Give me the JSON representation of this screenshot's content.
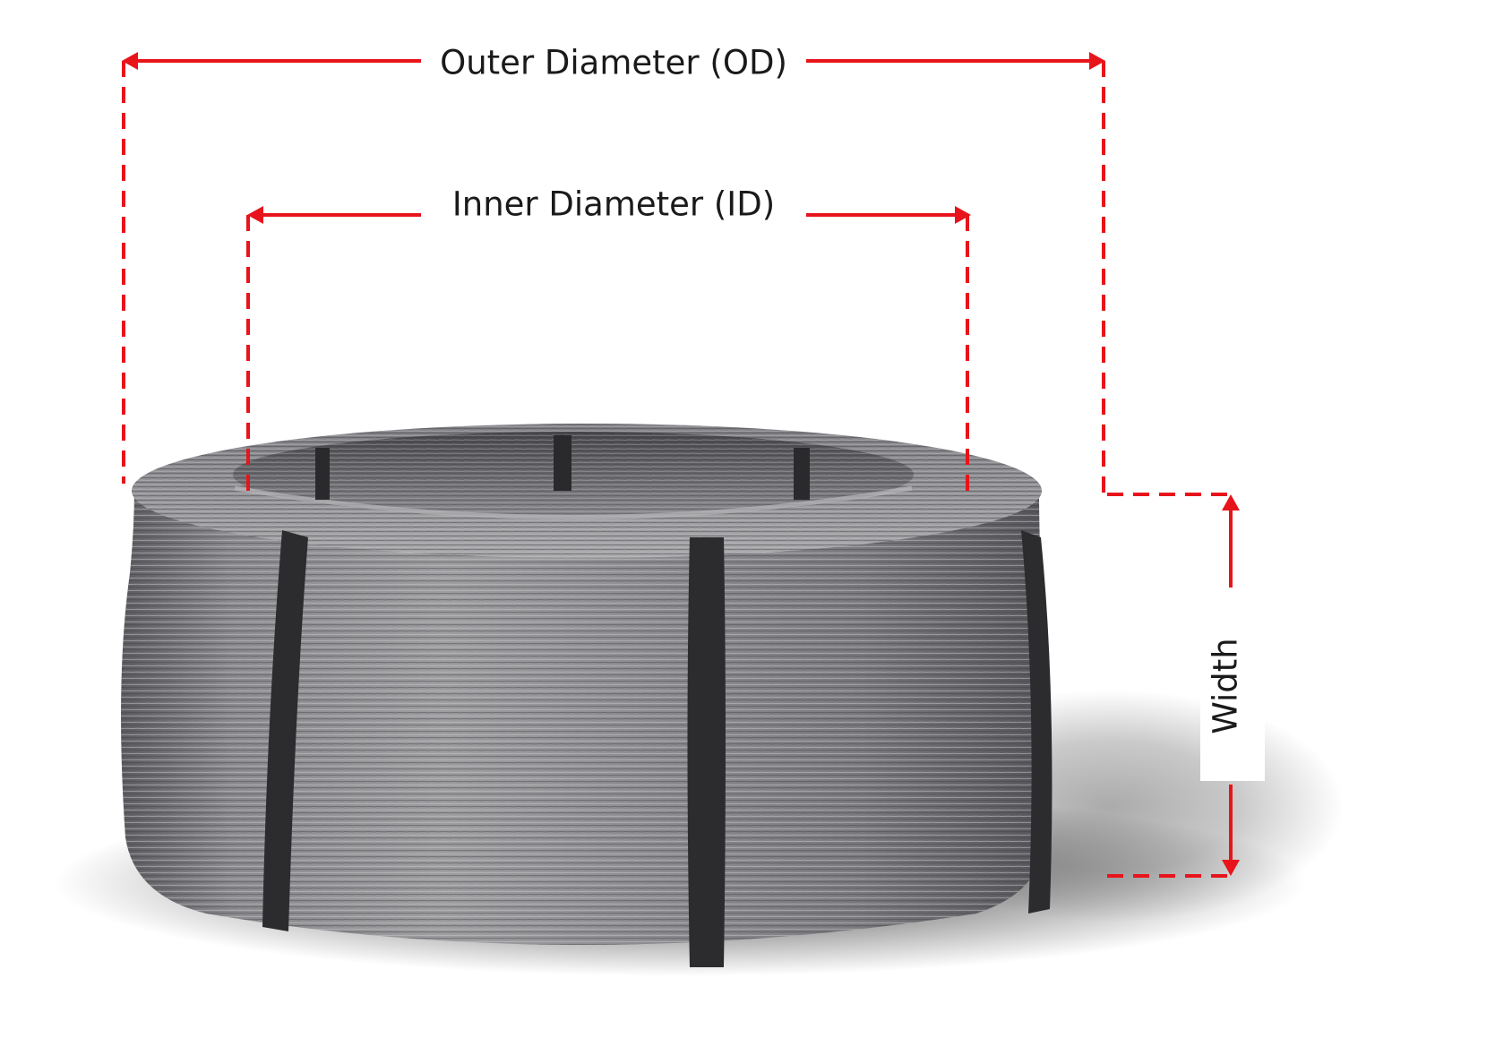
{
  "labels": {
    "outer_diameter": "Outer Diameter (OD)",
    "inner_diameter": "Inner Diameter (ID)",
    "width": "Width"
  },
  "colors": {
    "dimension_lines": "#e8141b",
    "label_text": "#1a1a1a",
    "background": "#ffffff"
  },
  "image": {
    "subject": "steel-wire-coil-icon"
  }
}
